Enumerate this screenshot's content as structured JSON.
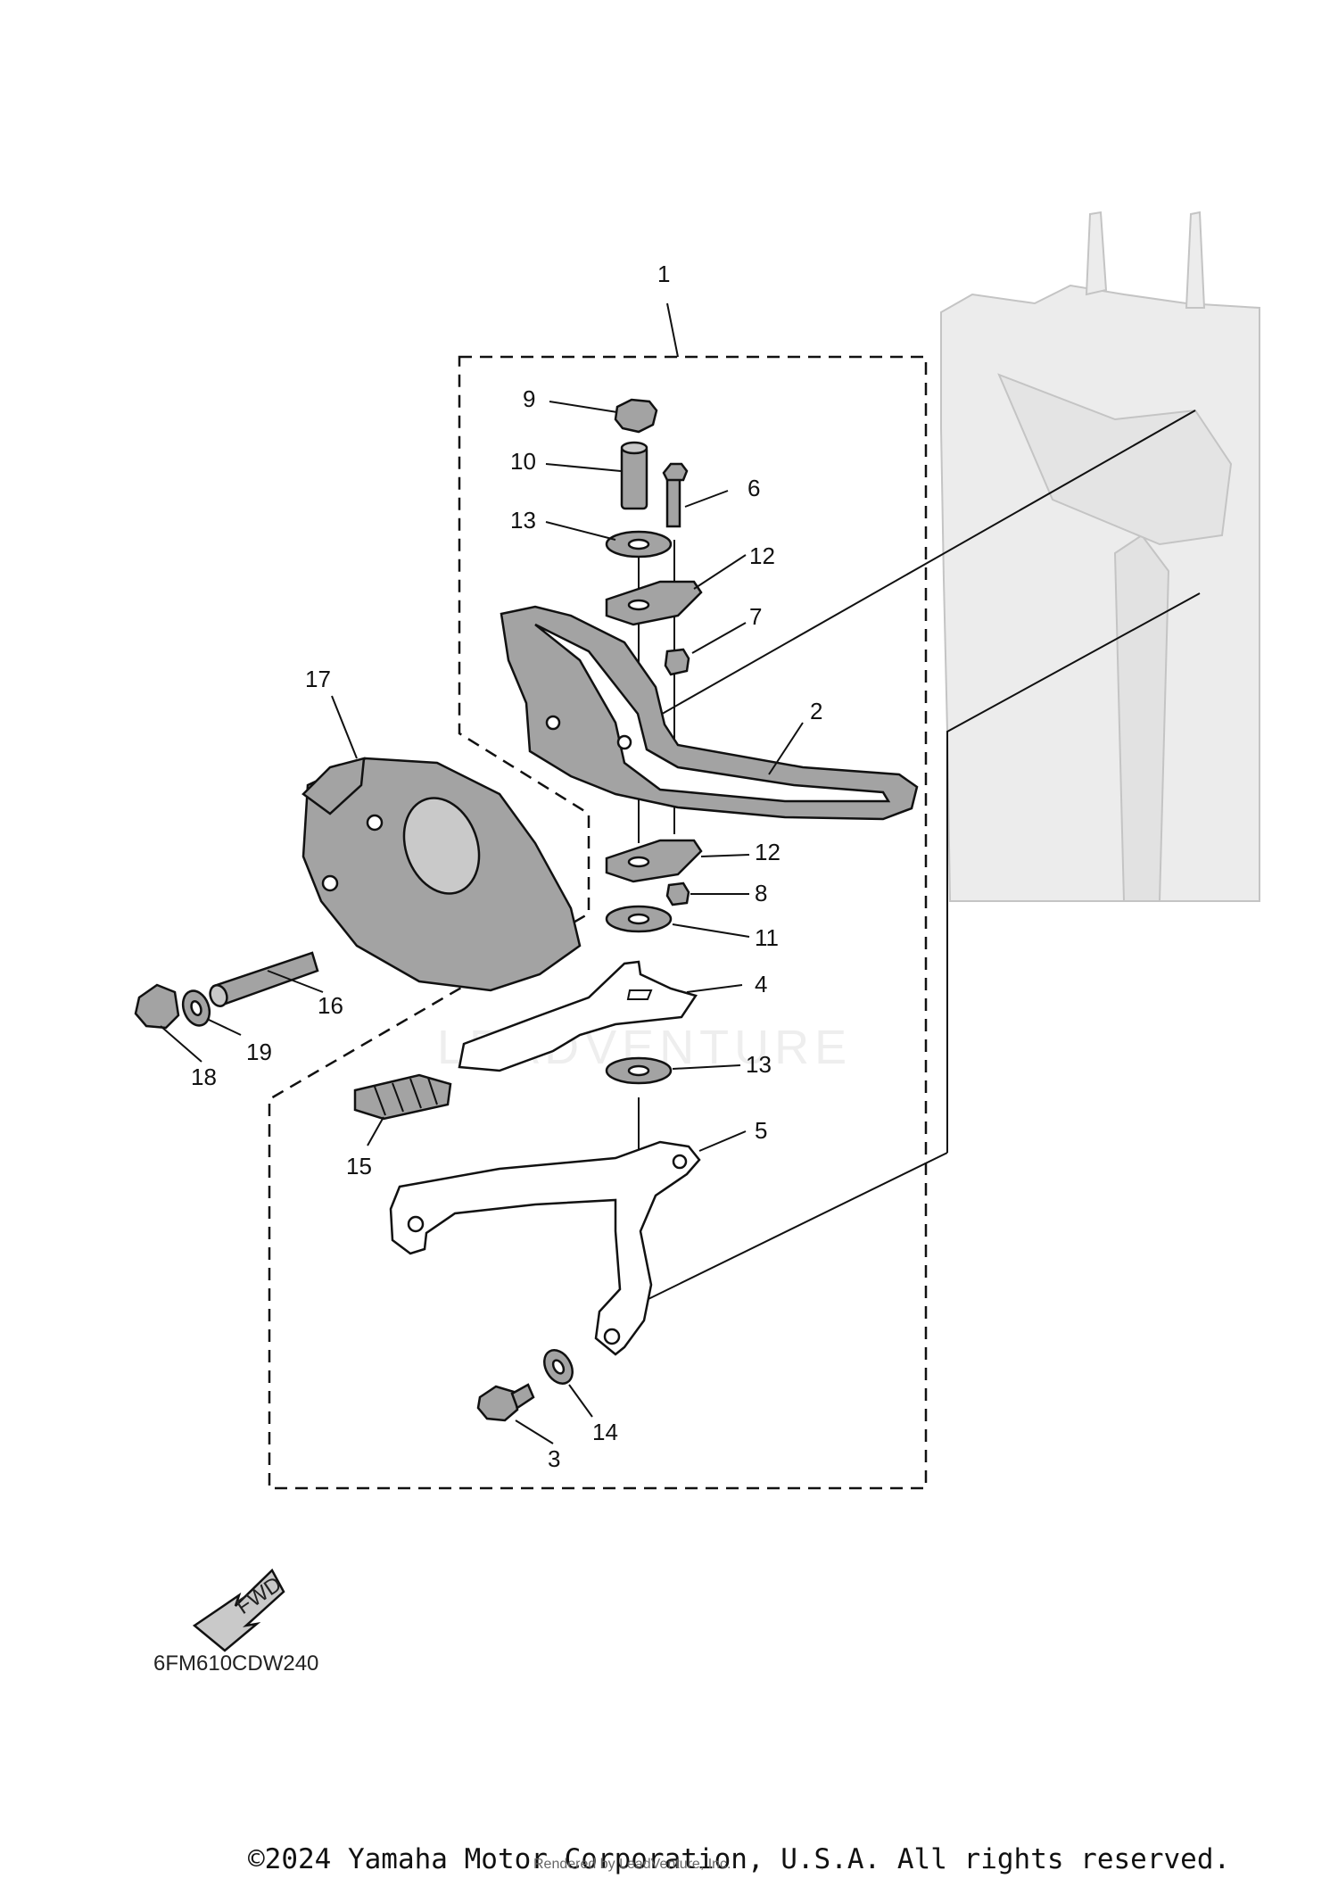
{
  "diagram": {
    "part_numbers": [
      "1",
      "2",
      "3",
      "4",
      "5",
      "6",
      "7",
      "8",
      "9",
      "10",
      "11",
      "12",
      "12",
      "13",
      "13",
      "14",
      "15",
      "16",
      "17",
      "18",
      "19"
    ],
    "fwd_label": "FWD",
    "drawing_code": "6FM610CDW240",
    "watermark": "LEADVENTURE",
    "copyright": "©2024 Yamaha Motor Corporation, U.S.A. All rights reserved.",
    "rendered_by": "Rendered by LeadVenture, Inc."
  }
}
